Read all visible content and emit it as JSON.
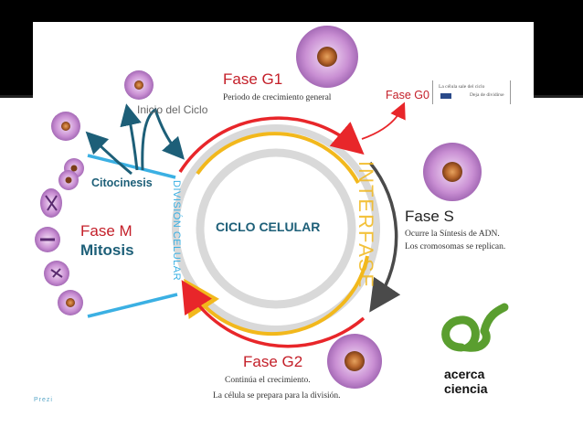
{
  "diagram": {
    "center_label": "CICLO CELULAR",
    "interphase_label": "INTERFASE",
    "division_label": "DIVISIÓN CELULAR",
    "start_label": "Inicio del Ciclo",
    "cytokinesis_label": "Citocinesis",
    "phase_m_label": "Fase M",
    "mitosis_label": "Mitosis",
    "g1": {
      "title": "Fase G1",
      "desc": "Periodo de crecimiento general"
    },
    "g0": {
      "title": "Fase G0",
      "note_line1": "La célula sale del ciclo",
      "note_line2": "Deja de dividirse"
    },
    "s": {
      "title": "Fase S",
      "desc_line1": "Ocurre la Síntesis de ADN.",
      "desc_line2": "Los cromosomas se replican."
    },
    "g2": {
      "title": "Fase G2",
      "desc_line1": "Continúa el crecimiento.",
      "desc_line2": "La célula se prepara para la división."
    }
  },
  "branding": {
    "logo_line1": "acerca",
    "logo_line2": "ciencia",
    "watermark": "Prezi"
  },
  "colors": {
    "red": "#e8262a",
    "yellow": "#f2b81c",
    "dark_gray": "#4a4a4a",
    "light_gray": "#d9d9d9",
    "blue": "#3bb0e3",
    "teal_arrow": "#1d5f78",
    "title_red": "#c4202a",
    "logo_green": "#5a9e2f"
  }
}
